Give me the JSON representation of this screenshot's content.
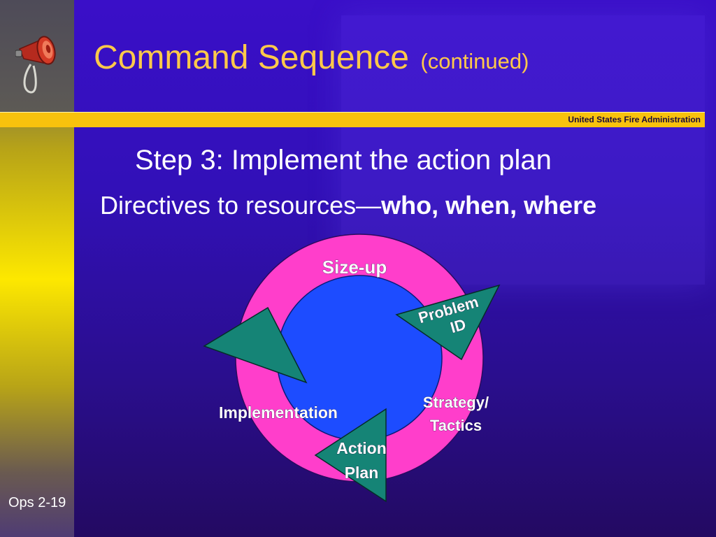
{
  "slide": {
    "title": "Command Sequence",
    "title_suffix": "(continued)",
    "agency": "United States Fire Administration",
    "step": "Step 3: Implement the action plan",
    "directive_prefix": "Directives to resources—",
    "directive_bold": "who, when, where",
    "footer": "Ops 2-19"
  },
  "diagram": {
    "labels": {
      "sizeup": "Size-up",
      "problem_line1": "Problem",
      "problem_line2": "ID",
      "strategy_line1": "Strategy/",
      "strategy_line2": "Tactics",
      "implementation": "Implementation",
      "action_line1": "Action",
      "action_line2": "Plan"
    },
    "colors": {
      "ring": "#ff3ecb",
      "center": "#1d4cff",
      "arrow": "#158476"
    }
  },
  "icons": {
    "logo": "megaphone-icon"
  }
}
